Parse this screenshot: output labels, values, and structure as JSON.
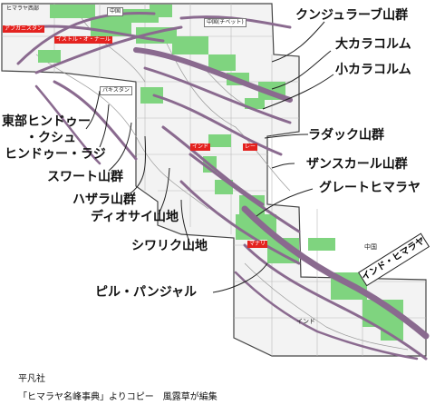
{
  "map_tags": {
    "himalaya_west": "ヒマラヤ西部",
    "afghanistan": "アフガニスタン",
    "china_top": "中国",
    "china_tibet": "中国(チベット)",
    "istor_o_nal": "イストル・オ・ナール",
    "pakistan": "パキスタン",
    "india_mid": "インド",
    "zone_red": "レー",
    "manali": "マナリ",
    "china_right": "中国",
    "india_bottom": "インド"
  },
  "labels": {
    "kunjurab": "クンジュラーブ山群",
    "great_karakoram": "大カラコルム",
    "lesser_karakoram": "小カラコルム",
    "ladakh": "ラダック山群",
    "zanskar": "ザンスカール山群",
    "great_himalaya": "グレートヒマラヤ",
    "east_hindukush_1": "東部ヒンドゥー",
    "east_hindukush_2": "・クシュ",
    "hindu_raj": "ヒンドゥー・ラジ",
    "swat": "スワート山群",
    "hazara": "ハザラ山群",
    "deosai": "ディオサイ山地",
    "siwalik": "シワリク山地",
    "pir_panjal": "ピル・パンジャル",
    "india_himalaya": "インド・ヒマラヤ"
  },
  "footer": {
    "publisher": "平凡社",
    "credit": "「ヒマラヤ名峰事典」よりコピー　風露草が編集"
  },
  "colors": {
    "range_band": "#8a6a8f",
    "green_patch": "#7fd47f",
    "red_tag": "#e4221f",
    "leader_line": "#222222"
  }
}
